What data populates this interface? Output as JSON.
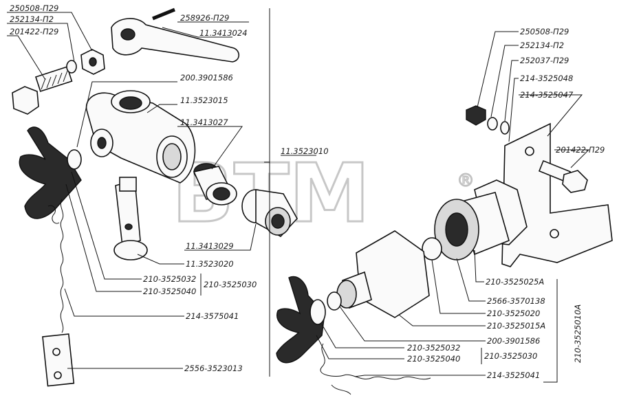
{
  "watermark": {
    "brand": "BTM",
    "mark": "®"
  },
  "labels": {
    "top_left_nut": "250508-П29",
    "top_left_washer": "252134-П2",
    "top_left_bolt": "201422-П29",
    "pin": "258926-П29",
    "lever": "11.3413024",
    "plug_200": "200.3901586",
    "valve_body": "11.3523015",
    "bushing": "11.3413027",
    "valve_assembly": "11.3523010",
    "adapter": "11.3413029",
    "valve_plug": "11.3523020",
    "cap_left_1": "210-3525032",
    "cap_left_2": "210-3525040",
    "cap_left_group": "210-3525030",
    "chain_left": "214-3575041",
    "plate": "2556-3523013",
    "right_nut": "250508-П29",
    "right_washer": "252134-П2",
    "right_spring_washer": "252037-П29",
    "bracket_a": "214-3525048",
    "bracket_b": "214-3525047",
    "right_bolt": "201422-П29",
    "fitting": "210-3525025А",
    "gasket": "2566-3570138",
    "adapter_right": "210-3525020",
    "hex_head": "210-3525015А",
    "plug_right": "200-3901586",
    "cap_right_1": "210-3525032",
    "cap_right_2": "210-3525040",
    "cap_right_group": "210-3525030",
    "chain_right": "214-3525041",
    "right_assembly": "210-3525010А"
  }
}
